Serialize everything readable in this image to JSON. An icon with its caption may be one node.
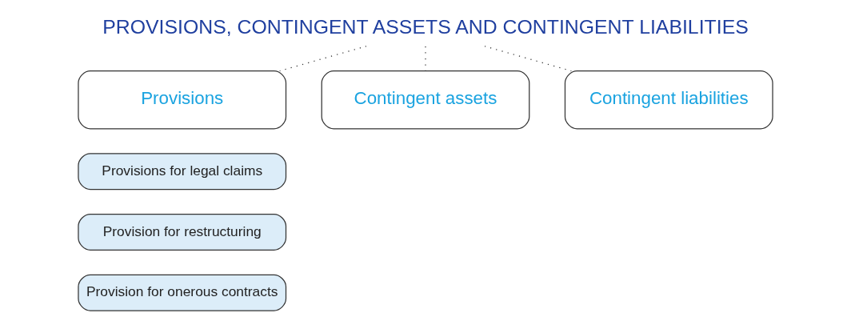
{
  "diagram": {
    "nodes": [
      {
        "text": [
          "PROVISIONS, CONTINGENT ASSETS AND CONTINGENT LIABILITIES"
        ]
      },
      {
        "text": [
          "Provisions"
        ]
      },
      {
        "text": [
          "Contingent assets"
        ]
      },
      {
        "text": [
          "Contingent liabilities"
        ]
      },
      {
        "text": [
          "Provisions for legal claims"
        ]
      },
      {
        "text": [
          "Provision for restructuring"
        ]
      },
      {
        "text": [
          "Provision for onerous contracts"
        ]
      }
    ],
    "edges": [
      {
        "from": 0,
        "to": 1,
        "arrow": "none",
        "style": "dashed"
      },
      {
        "from": 0,
        "to": 2,
        "arrow": "none",
        "style": "dashed"
      },
      {
        "from": 0,
        "to": 3,
        "arrow": "none",
        "style": "dashed"
      }
    ]
  }
}
